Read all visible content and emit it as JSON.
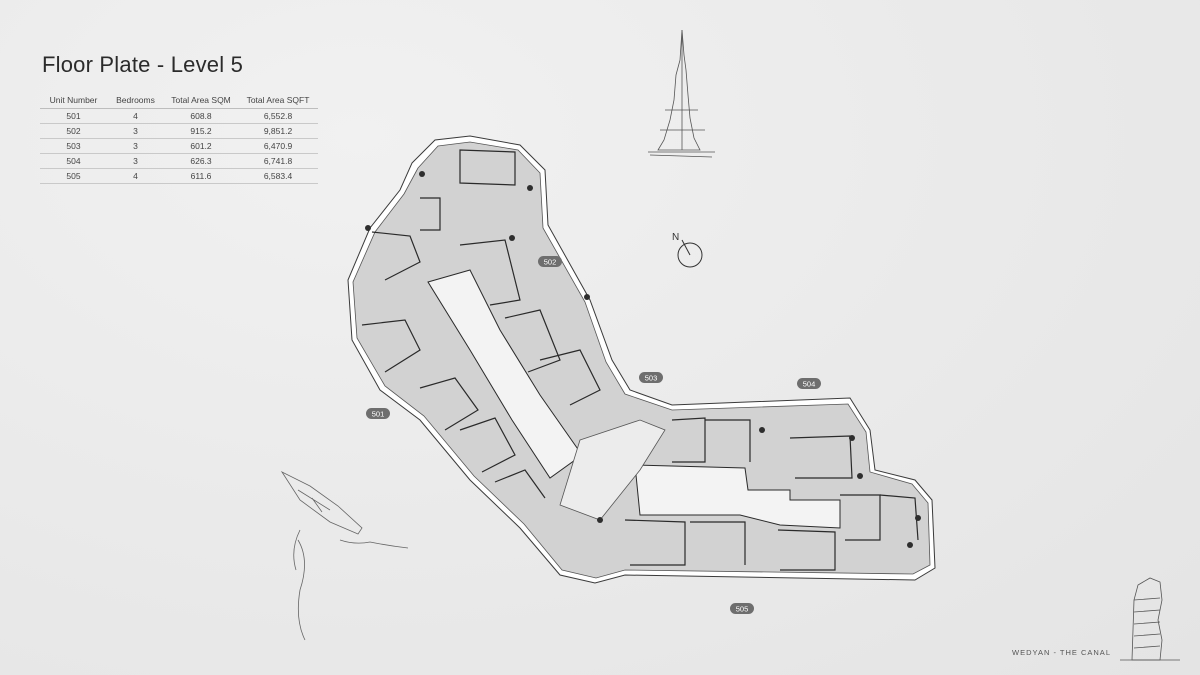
{
  "page": {
    "title": "Floor Plate - Level 5",
    "footer": "WEDYAN - THE CANAL"
  },
  "compass": {
    "label": "N"
  },
  "table": {
    "headers": [
      "Unit Number",
      "Bedrooms",
      "Total Area SQM",
      "Total Area SQFT"
    ],
    "rows": [
      [
        "501",
        "4",
        "608.8",
        "6,552.8"
      ],
      [
        "502",
        "3",
        "915.2",
        "9,851.2"
      ],
      [
        "503",
        "3",
        "601.2",
        "6,470.9"
      ],
      [
        "504",
        "3",
        "626.3",
        "6,741.8"
      ],
      [
        "505",
        "4",
        "611.6",
        "6,583.4"
      ]
    ]
  },
  "unit_labels": {
    "u501": "501",
    "u502": "502",
    "u503": "503",
    "u504": "504",
    "u505": "505"
  },
  "colors": {
    "plate_fill": "#d2d2d2",
    "core_fill": "#f3f3f3",
    "wall": "#2a2a2a",
    "tag_fill": "#6e6e6e"
  }
}
